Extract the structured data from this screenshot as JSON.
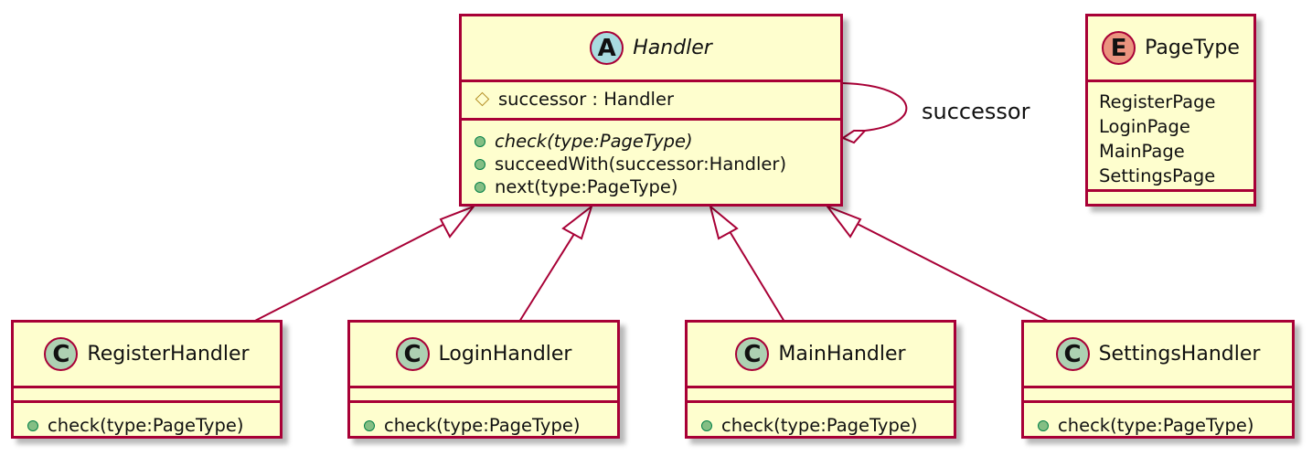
{
  "colors": {
    "border": "#A80036",
    "fill": "#FEFECE",
    "abstract_circle": "#A9DCDF",
    "class_circle": "#ADD1B2",
    "enum_circle": "#EB937F",
    "public_dot": "#84BE84",
    "protected_diamond": "#B38D22"
  },
  "handler": {
    "stereotype_letter": "A",
    "name": "Handler",
    "fields": [
      {
        "visibility": "protected",
        "text": "successor : Handler"
      }
    ],
    "methods": [
      {
        "visibility": "public",
        "text": "check(type:PageType)",
        "abstract": true
      },
      {
        "visibility": "public",
        "text": "succeedWith(successor:Handler)",
        "abstract": false
      },
      {
        "visibility": "public",
        "text": "next(type:PageType)",
        "abstract": false
      }
    ]
  },
  "self_association_label": "successor",
  "enum": {
    "stereotype_letter": "E",
    "name": "PageType",
    "literals": [
      "RegisterPage",
      "LoginPage",
      "MainPage",
      "SettingsPage"
    ]
  },
  "subclasses": [
    {
      "letter": "C",
      "name": "RegisterHandler",
      "method": "check(type:PageType)"
    },
    {
      "letter": "C",
      "name": "LoginHandler",
      "method": "check(type:PageType)"
    },
    {
      "letter": "C",
      "name": "MainHandler",
      "method": "check(type:PageType)"
    },
    {
      "letter": "C",
      "name": "SettingsHandler",
      "method": "check(type:PageType)"
    }
  ]
}
